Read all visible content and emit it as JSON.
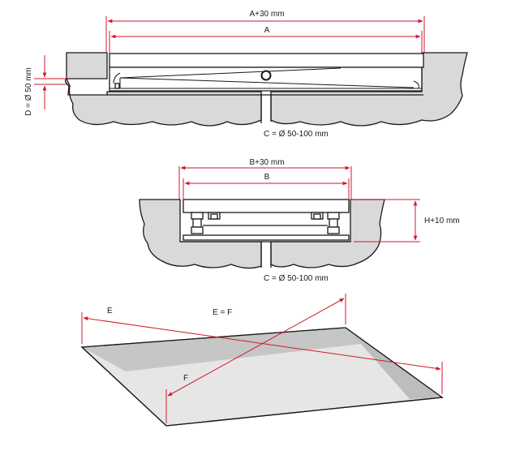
{
  "labels": {
    "top_outer": "A+30 mm",
    "top_inner": "A",
    "depth": "D = Ø 50 mm",
    "drain_top": "C = Ø  50-100 mm",
    "mid_outer": "B+30 mm",
    "mid_inner": "B",
    "height": "H+10 mm",
    "drain_mid": "C = Ø  50-100 mm",
    "diag_e": "E",
    "diag_equal": "E = F",
    "diag_f": "F"
  },
  "colors": {
    "dimension": "#d0192b",
    "concrete": "#d9d9d9",
    "outline": "#1a1a1a",
    "plate_light": "#e6e6e6",
    "plate_dark": "#c6c6c6"
  }
}
